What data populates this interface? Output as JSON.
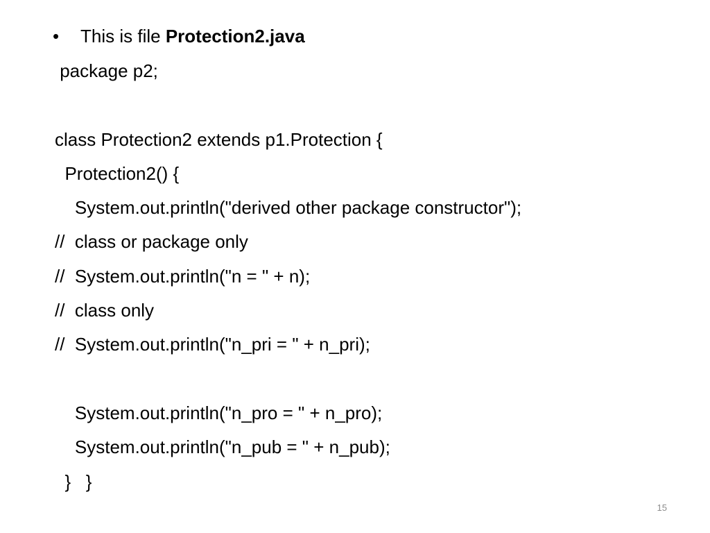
{
  "slide": {
    "bullet": {
      "symbol": "•",
      "prefix": "This is file ",
      "filename": "Protection2.java"
    },
    "code_lines": [
      " package p2;",
      "",
      "class Protection2 extends p1.Protection {",
      "  Protection2() {",
      "    System.out.println(\"derived other package constructor\");",
      "//  class or package only",
      "//  System.out.println(\"n = \" + n);",
      "//  class only",
      "//  System.out.println(\"n_pri = \" + n_pri);",
      "",
      "    System.out.println(\"n_pro = \" + n_pro);",
      "    System.out.println(\"n_pub = \" + n_pub);",
      "  }   }"
    ],
    "page_number": "15"
  }
}
